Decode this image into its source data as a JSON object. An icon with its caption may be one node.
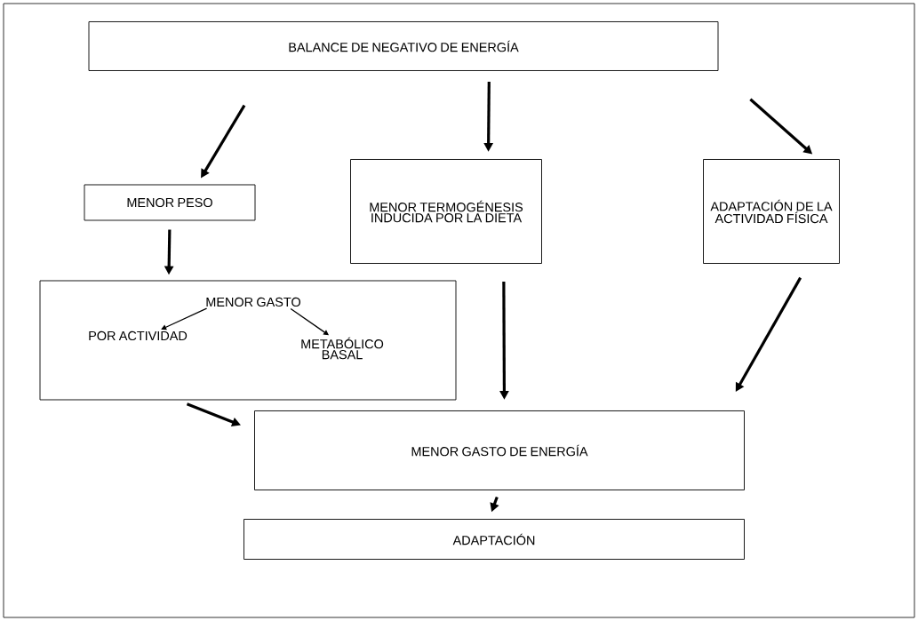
{
  "diagram": {
    "nodes": [
      {
        "text": [
          "BALANCE DE NEGATIVO DE ENERGÍA"
        ]
      },
      {
        "text": [
          "MENOR PESO"
        ]
      },
      {
        "text": [
          "MENOR TERMOGÉNESIS INDUCIDA POR LA DIETA"
        ]
      },
      {
        "text": [
          "ADAPTACIÓN DE LA ACTIVIDAD FÍSICA"
        ]
      },
      {
        "text": [],
        "shape": "box"
      },
      {
        "text": [
          "MENOR GASTO"
        ],
        "in": 4
      },
      {
        "text": [
          "POR ACTIVIDAD"
        ],
        "in": 4
      },
      {
        "text": [
          "METABÓLICO BASAL"
        ],
        "in": 4
      },
      {
        "text": [
          "MENOR GASTO DE ENERGÍA"
        ]
      },
      {
        "text": [
          "ADAPTACIÓN"
        ]
      }
    ],
    "edges": [
      {
        "from": 0,
        "to": 1,
        "arrow": "to"
      },
      {
        "from": 0,
        "to": 2,
        "arrow": "to"
      },
      {
        "from": 0,
        "to": 3,
        "arrow": "to"
      },
      {
        "from": 1,
        "to": 4,
        "arrow": "to"
      },
      {
        "from": 5,
        "to": 6,
        "arrow": "to"
      },
      {
        "from": 5,
        "to": 7,
        "arrow": "to"
      },
      {
        "from": 4,
        "to": 8,
        "arrow": "to"
      },
      {
        "from": 2,
        "to": 8,
        "arrow": "to"
      },
      {
        "from": 3,
        "to": 8,
        "arrow": "to"
      },
      {
        "from": 8,
        "to": 9,
        "arrow": "to"
      }
    ]
  }
}
